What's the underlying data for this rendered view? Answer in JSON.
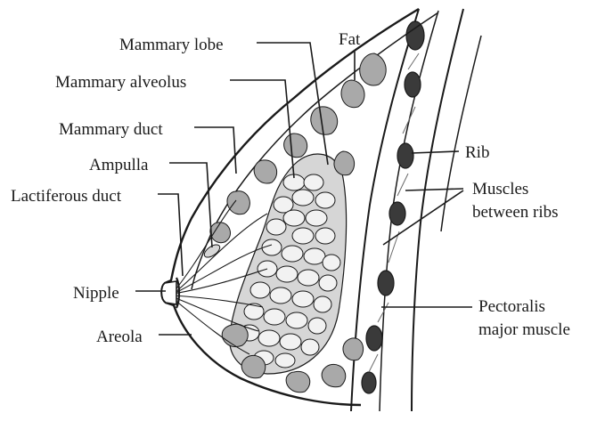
{
  "labels": {
    "mammary_lobe": "Mammary lobe",
    "fat": "Fat",
    "mammary_alveolus": "Mammary alveolus",
    "mammary_duct": "Mammary duct",
    "ampulla": "Ampulla",
    "lactiferous_duct": "Lactiferous duct",
    "nipple": "Nipple",
    "areola": "Areola",
    "rib": "Rib",
    "muscles_between_ribs_line1": "Muscles",
    "muscles_between_ribs_line2": "between ribs",
    "pectoralis_line1": "Pectoralis",
    "pectoralis_line2": "major muscle"
  },
  "colors": {
    "ink": "#1a1a1a",
    "fat_lobule": "#a9a9a9",
    "gland_tissue": "#d6d6d6",
    "rib": "#3a3a3a",
    "background": "#ffffff"
  }
}
